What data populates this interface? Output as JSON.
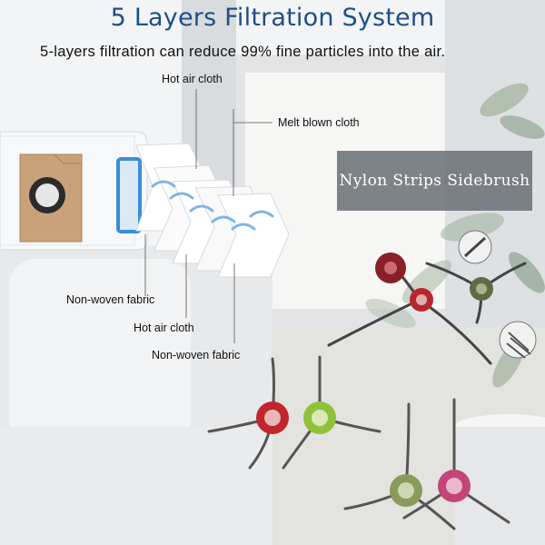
{
  "heading": {
    "title": "5 Layers Filtration System",
    "subtitle": "5-layers filtration can reduce 99% fine particles into the air."
  },
  "layer_labels": {
    "top_1": "Hot air cloth",
    "top_2": "Melt blown cloth",
    "bottom_1": "Non-woven fabric",
    "bottom_2": "Hot air cloth",
    "bottom_3": "Non-woven fabric"
  },
  "sidebrush_badge": "Nylon Strips Sidebrush",
  "colors": {
    "title": "#1e4f86",
    "badge_bg": "#696e74",
    "hub_red": "#c0262c",
    "hub_green": "#8fc23a",
    "hub_olive": "#8a9a5a",
    "hub_pink": "#c4457a",
    "bag_tab": "#c9a27a",
    "bag_edge": "#3a8ed6"
  },
  "icons": [
    "dust-bag-icon",
    "filter-layers-icon",
    "side-brush-icon"
  ]
}
